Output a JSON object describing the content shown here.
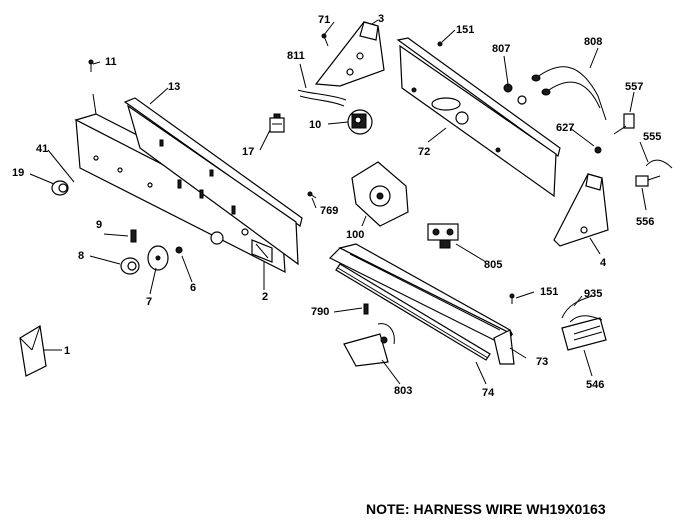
{
  "diagram": {
    "labels": {
      "p1": "1",
      "p2": "2",
      "p3": "3",
      "p4": "4",
      "p6": "6",
      "p7": "7",
      "p8": "8",
      "p9": "9",
      "p10": "10",
      "p11": "11",
      "p13": "13",
      "p17": "17",
      "p19": "19",
      "p41": "41",
      "p71": "71",
      "p72": "72",
      "p73": "73",
      "p74": "74",
      "p100": "100",
      "p151a": "151",
      "p151b": "151",
      "p546": "546",
      "p555": "555",
      "p556": "556",
      "p557": "557",
      "p627": "627",
      "p769": "769",
      "p790": "790",
      "p803": "803",
      "p805": "805",
      "p807": "807",
      "p808": "808",
      "p811": "811",
      "p935": "935"
    },
    "note": "NOTE: HARNESS WIRE WH19X0163"
  }
}
